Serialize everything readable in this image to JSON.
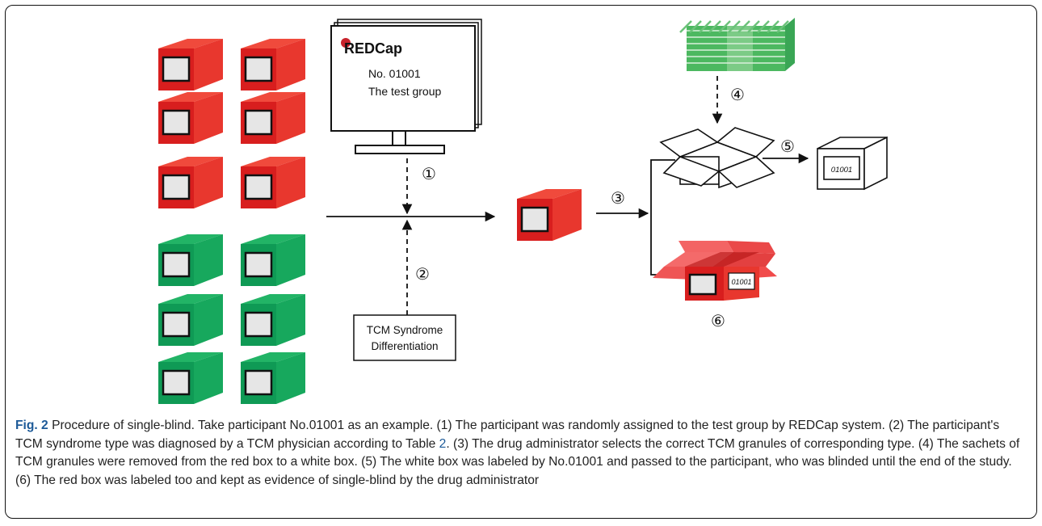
{
  "diagram": {
    "redcap": {
      "logo": "REDCap",
      "number": "No. 01001",
      "group": "The test group"
    },
    "steps": [
      "①",
      "②",
      "③",
      "④",
      "⑤",
      "⑥"
    ],
    "tcm_box": {
      "line1": "TCM Syndrome",
      "line2": "Differentiation"
    },
    "label_code": "01001"
  },
  "colors": {
    "red": "#e63329",
    "green": "#15a860",
    "link": "#1d5a98"
  },
  "caption": {
    "fig_label": "Fig. 2",
    "text_before_ref": " Procedure of single-blind. Take participant No.01001 as an example. (1) The participant was randomly assigned to the test group by REDCap system. (2) The participant's TCM syndrome type was diagnosed by a TCM physician according to Table ",
    "table_ref": "2",
    "text_after_ref": ". (3) The drug administrator selects the correct TCM granules of corresponding type. (4) The sachets of TCM granules were removed from the red box to a white box. (5) The white box was labeled by No.01001 and passed to the participant, who was blinded until the end of the study. (6) The red box was labeled too and kept as evidence of single-blind by the drug administrator"
  }
}
